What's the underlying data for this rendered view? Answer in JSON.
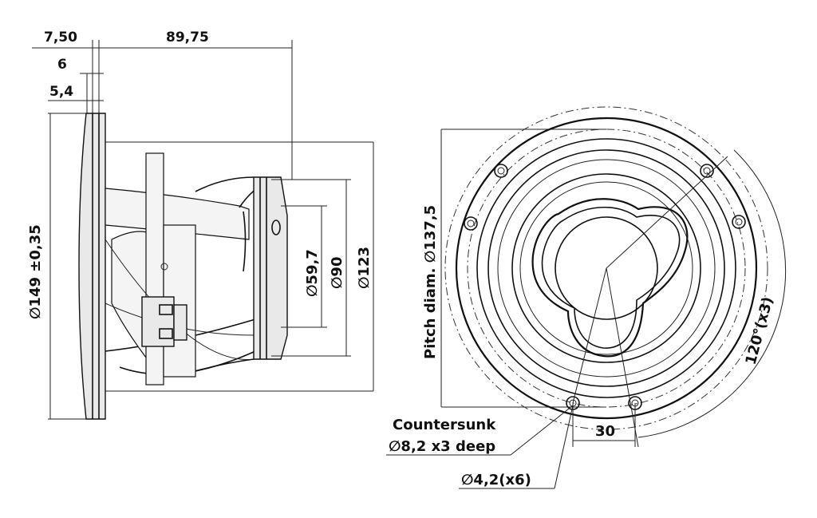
{
  "side_view": {
    "dim_top_left": "7,50",
    "dim_top_right": "89,75",
    "dim_6": "6",
    "dim_5_4": "5,4",
    "dim_outer_diameter": "∅149 ±0,35",
    "dim_d59_7": "∅59,7",
    "dim_d90": "∅90",
    "dim_d123": "∅123"
  },
  "front_view": {
    "pitch_diameter": "Pitch diam. ∅137,5",
    "angle_label": "120°(x3)",
    "spacing_30": "30",
    "countersunk_line1": "Countersunk",
    "countersunk_line2": "∅8,2 x3 deep",
    "hole_label": "∅4,2(x6)"
  }
}
